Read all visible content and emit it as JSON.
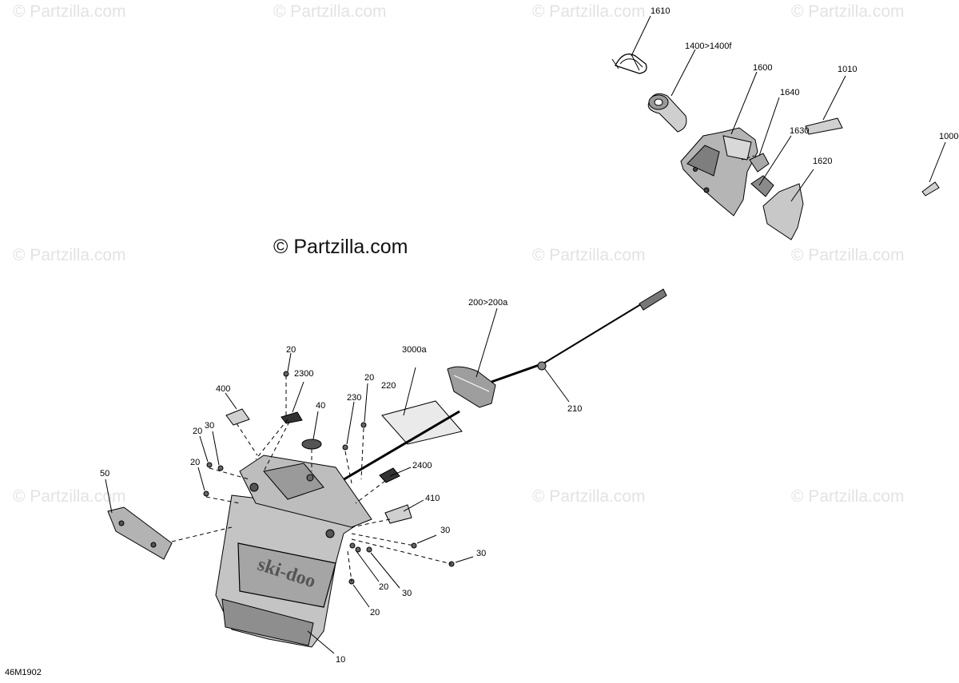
{
  "watermarks": {
    "repeat_text": "© Partzilla.com",
    "main_text": "© Partzilla.com"
  },
  "drawing_code": "46M1902",
  "callouts": {
    "c1610": "1610",
    "c1400": "1400>1400f",
    "c1600": "1600",
    "c1010": "1010",
    "c1640": "1640",
    "c1630": "1630",
    "c1000": "1000",
    "c1620": "1620",
    "c200": "200>200a",
    "c210": "210",
    "c3000a": "3000a",
    "c220": "220",
    "c20_top": "20",
    "c2300": "2300",
    "c20_b": "20",
    "c230": "230",
    "c400": "400",
    "c40": "40",
    "c30_l": "30",
    "c20_l": "20",
    "c20_l2": "20",
    "c2400": "2400",
    "c410": "410",
    "c50": "50",
    "c30_r1": "30",
    "c30_r2": "30",
    "c20_bot1": "20",
    "c30_bot": "30",
    "c20_bot2": "20",
    "c10": "10"
  }
}
